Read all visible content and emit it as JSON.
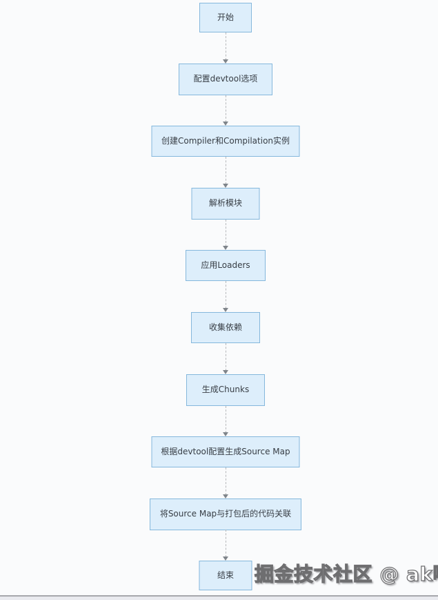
{
  "page": {
    "background_color": "#fafbfc"
  },
  "flowchart": {
    "type": "flowchart",
    "direction": "top-down",
    "node_fill_color": "#ddeefb",
    "node_border_color": "#84b7dc",
    "connector_color": "#b5b7ba",
    "arrowhead_color": "#7f858b",
    "nodes": [
      {
        "id": "start",
        "label": "开始"
      },
      {
        "id": "step-1",
        "label": "配置devtool选项"
      },
      {
        "id": "step-2",
        "label": "创建Compiler和Compilation实例"
      },
      {
        "id": "step-3",
        "label": "解析模块"
      },
      {
        "id": "step-4",
        "label": "应用Loaders"
      },
      {
        "id": "step-5",
        "label": "收集依赖"
      },
      {
        "id": "step-6",
        "label": "生成Chunks"
      },
      {
        "id": "step-7",
        "label": "根据devtool配置生成Source Map"
      },
      {
        "id": "step-8",
        "label": "将Source Map与打包后的代码关联"
      },
      {
        "id": "end",
        "label": "结束"
      }
    ],
    "edges": [
      {
        "from": "start",
        "to": "step-1"
      },
      {
        "from": "step-1",
        "to": "step-2"
      },
      {
        "from": "step-2",
        "to": "step-3"
      },
      {
        "from": "step-3",
        "to": "step-4"
      },
      {
        "from": "step-4",
        "to": "step-5"
      },
      {
        "from": "step-5",
        "to": "step-6"
      },
      {
        "from": "step-6",
        "to": "step-7"
      },
      {
        "from": "step-7",
        "to": "step-8"
      },
      {
        "from": "step-8",
        "to": "end"
      }
    ]
  },
  "watermark": {
    "text": "掘金技术社区 @ ak啊"
  }
}
